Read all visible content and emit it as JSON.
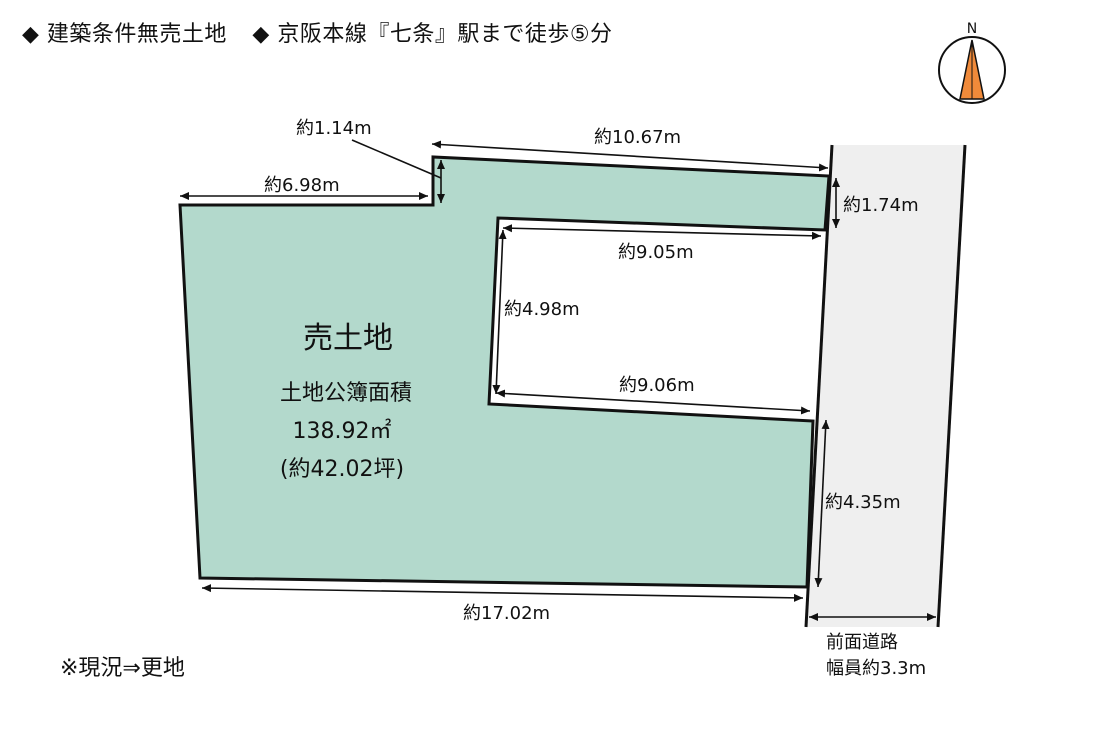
{
  "header": {
    "item1": "◆ 建築条件無売土地",
    "item2": "◆ 京阪本線『七条』駅まで徒歩⑤分"
  },
  "compass": {
    "label": "N",
    "needle_color": "#f08a3a"
  },
  "lot": {
    "fill_color": "#b3d9cc",
    "title": "売土地",
    "area_label": "土地公簿面積",
    "area_sqm": "138.92㎡",
    "area_tsubo": "(約42.02坪)"
  },
  "dimensions": {
    "left_top": "約6.98m",
    "step": "約1.14m",
    "top": "約10.67m",
    "right_top": "約1.74m",
    "cutout_top": "約9.05m",
    "cutout_left": "約4.98m",
    "cutout_bottom": "約9.06m",
    "right_bottom": "約4.35m",
    "bottom": "約17.02m"
  },
  "road": {
    "fill_color": "#efefef",
    "line1": "前面道路",
    "line2": "幅員約3.3m"
  },
  "footnote": "※現況⇒更地"
}
